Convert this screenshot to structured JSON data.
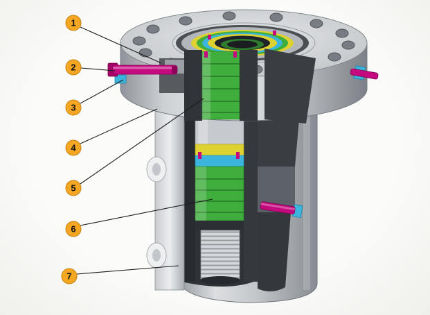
{
  "figure": {
    "name": "wellhead-casing-head-cutaway",
    "callouts": [
      {
        "label": "1"
      },
      {
        "label": "2"
      },
      {
        "label": "3"
      },
      {
        "label": "4"
      },
      {
        "label": "5"
      },
      {
        "label": "6"
      },
      {
        "label": "7"
      }
    ]
  },
  "colors": {
    "callout_badge": "#F5A623",
    "callout_badge_edge": "#C7830F",
    "bolt_magenta": "#C40A7E",
    "seal_cyan": "#3BB4DE",
    "ring_yellow": "#DDD231",
    "mandrel_green": "#3FAE3C",
    "body_grey": "#C6CACE",
    "section_dark": "#33363B"
  }
}
